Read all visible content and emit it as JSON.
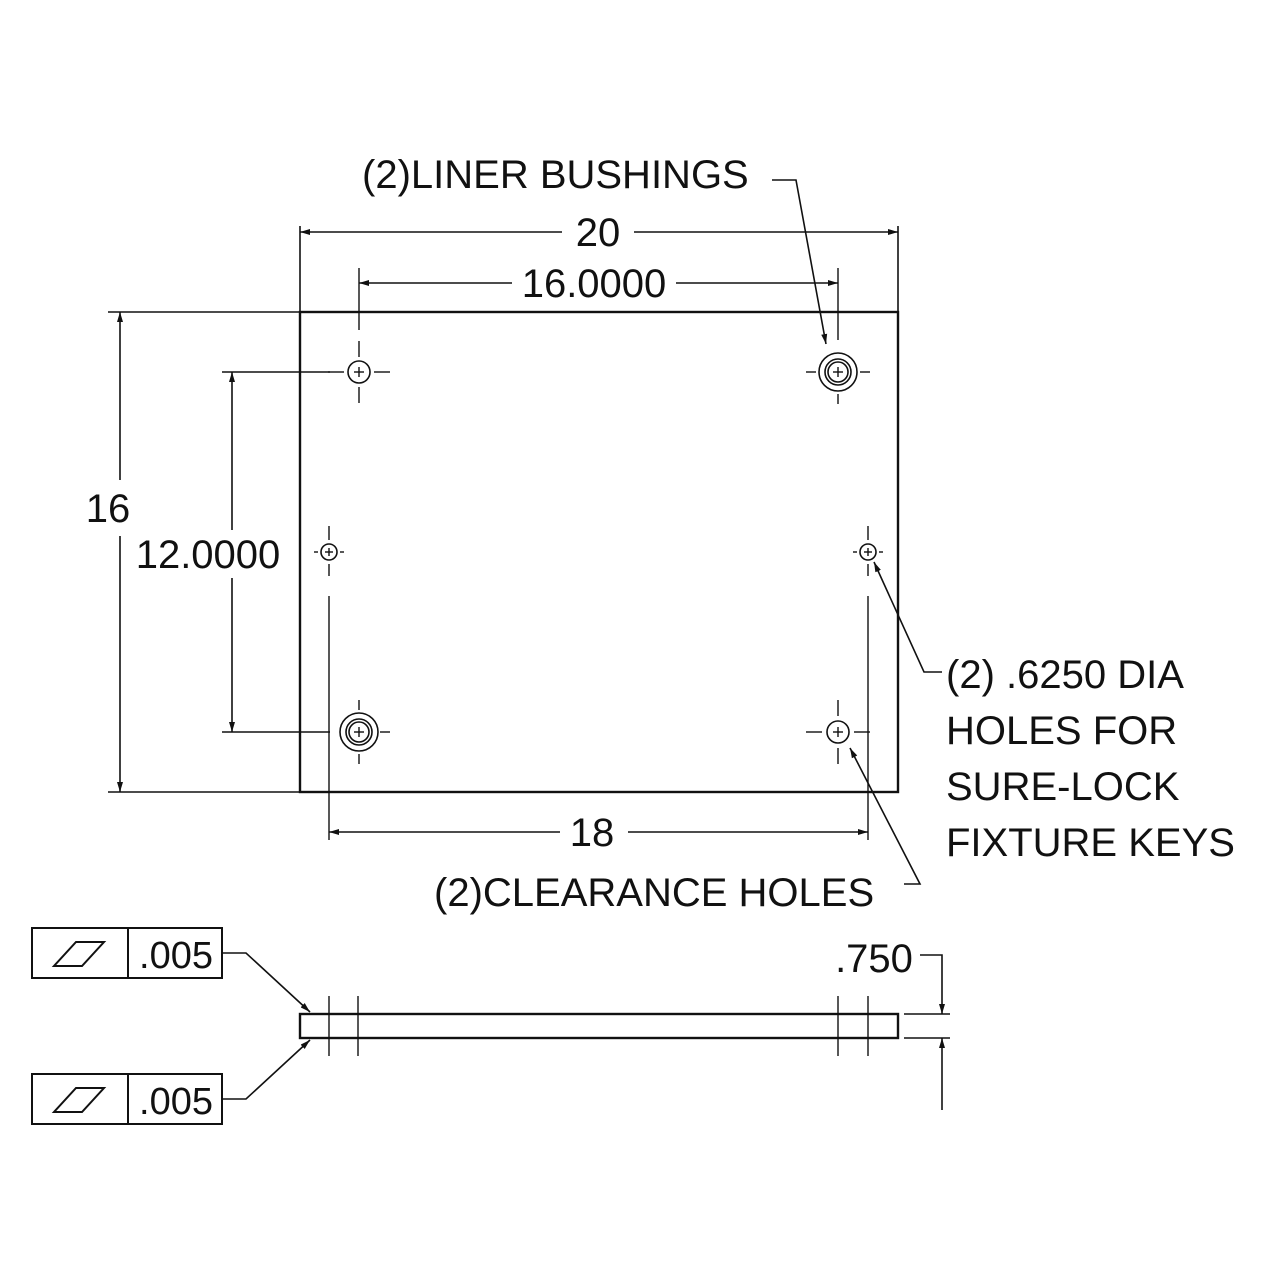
{
  "labels": {
    "liner_bushings": "(2)LINER BUSHINGS",
    "clearance_holes": "(2)CLEARANCE HOLES",
    "key_holes_lines": [
      "(2) .6250 DIA",
      "HOLES FOR",
      "SURE-LOCK",
      "FIXTURE KEYS"
    ]
  },
  "dimensions": {
    "overall_width": "20",
    "bushing_spacing_x": "16.0000",
    "overall_height": "16",
    "bushing_spacing_y": "12.0000",
    "key_hole_spacing_x": "18",
    "thickness": ".750"
  },
  "tolerances": {
    "top": {
      "symbol": "flatness",
      "value": ".005"
    },
    "bottom": {
      "symbol": "flatness",
      "value": ".005"
    }
  }
}
